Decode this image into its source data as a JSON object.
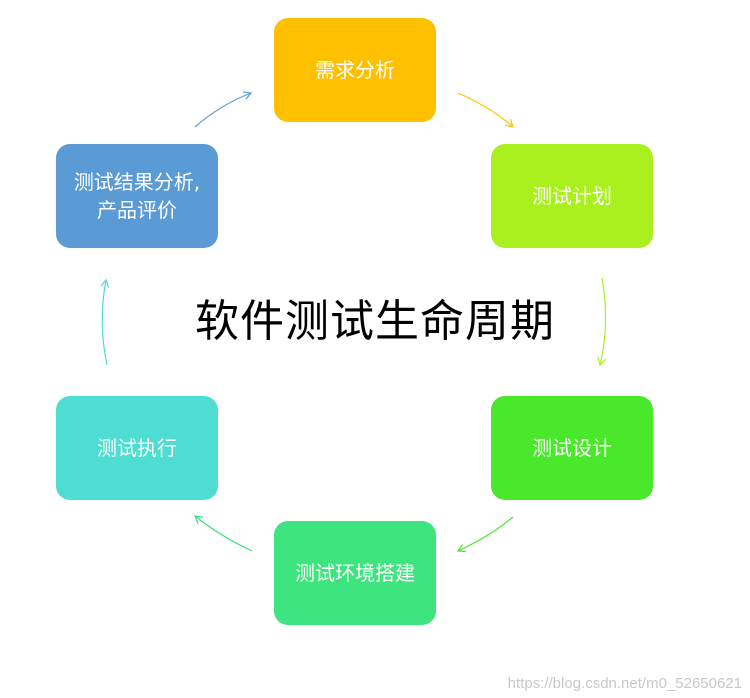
{
  "title": "软件测试生命周期",
  "nodes": [
    {
      "id": "req",
      "label": "需求分析",
      "color": "#FFC000"
    },
    {
      "id": "plan",
      "label": "测试计划",
      "color": "#AAF01F"
    },
    {
      "id": "design",
      "label": "测试设计",
      "color": "#4AE82A"
    },
    {
      "id": "env",
      "label": "测试环境搭建",
      "color": "#3EE47E"
    },
    {
      "id": "exec",
      "label": "测试执行",
      "color": "#4EDDD2"
    },
    {
      "id": "result",
      "label": "测试结果分析,\n产品评价",
      "color": "#5B9BD5"
    }
  ],
  "arrow_colors": [
    "#FFC000",
    "#AAF01F",
    "#4AE82A",
    "#3EE47E",
    "#4EDDD2",
    "#5B9BD5"
  ],
  "watermark": "https://blog.csdn.net/m0_52650621"
}
